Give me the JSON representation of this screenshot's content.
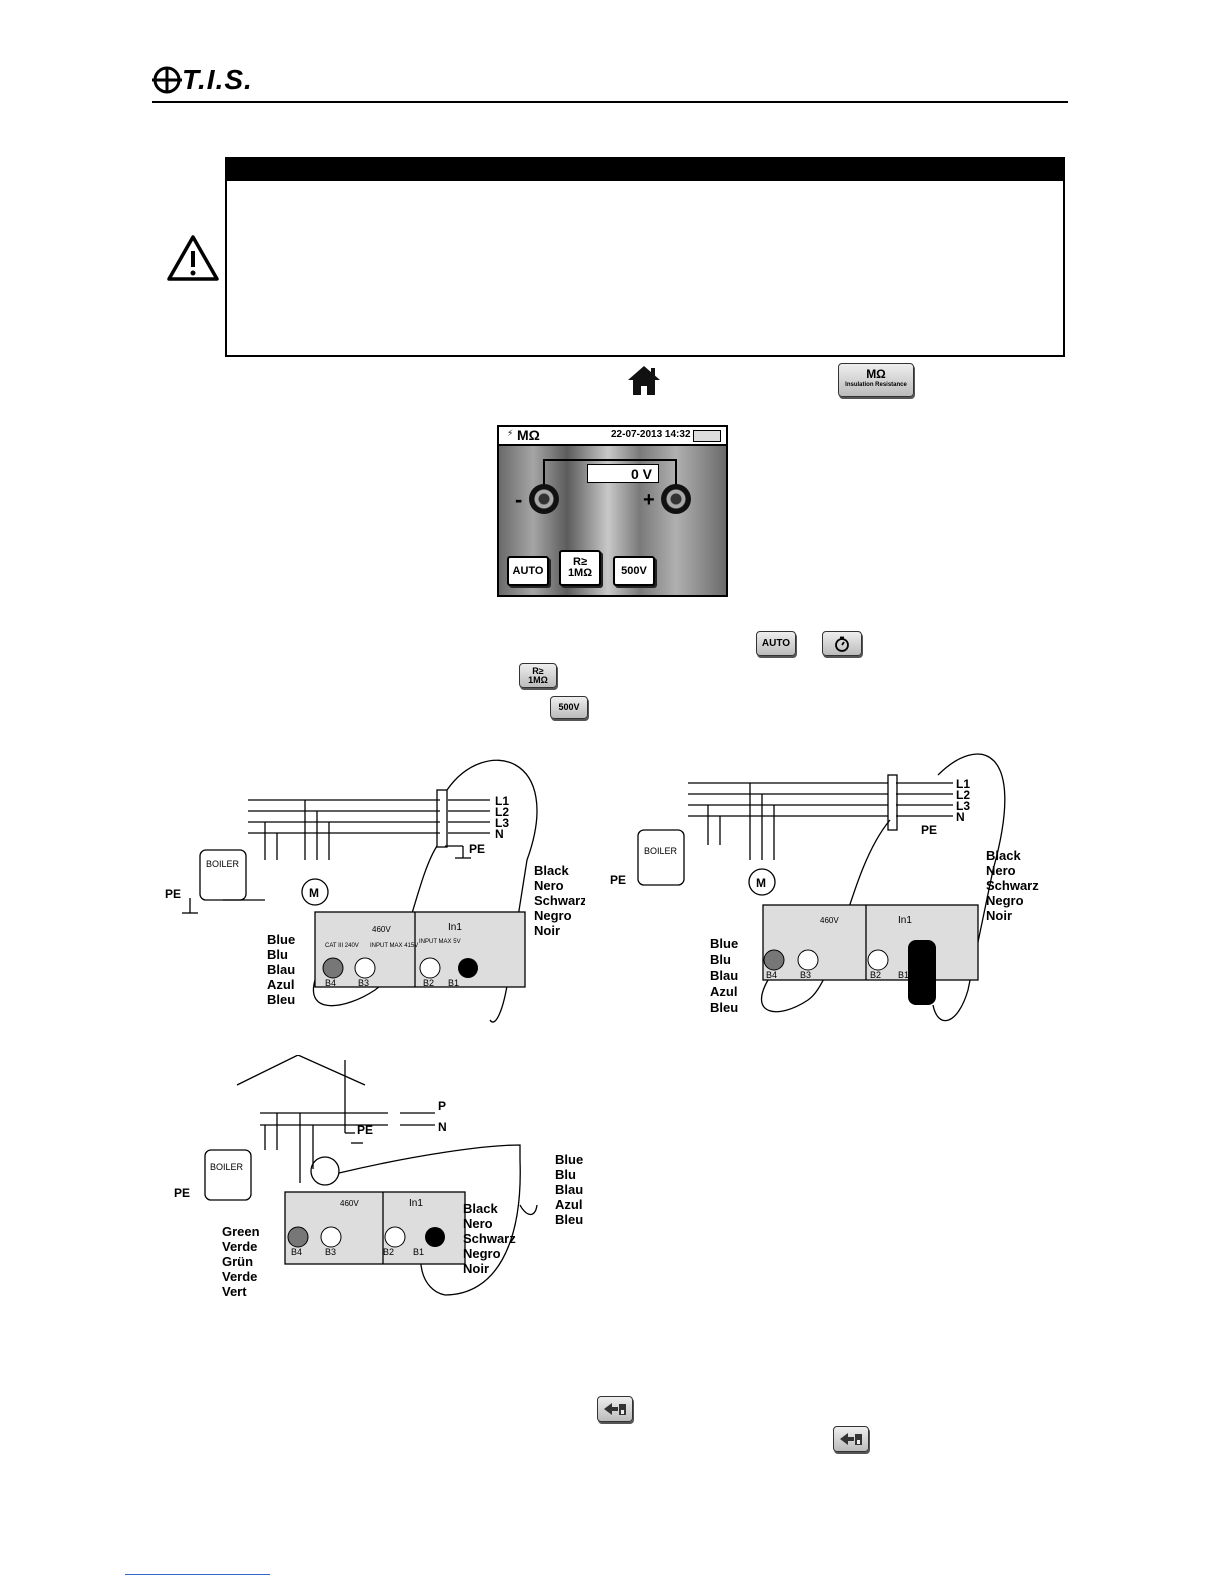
{
  "header": {
    "logo_text": "T.I.S."
  },
  "nav_icons": {
    "home": "home-icon",
    "insulation_button": {
      "symbol": "MΩ",
      "caption": "Insulation Resistance"
    }
  },
  "screen": {
    "title": "MΩ",
    "datetime": "22-07-2013 14:32",
    "voltage": "0 V",
    "minus": "-",
    "plus": "+",
    "buttons": {
      "auto": "AUTO",
      "r_top": "R≥",
      "r_bottom": "1MΩ",
      "v": "500V"
    }
  },
  "inline_buttons": {
    "auto": "AUTO",
    "timer": "timer-icon",
    "r_top": "R≥",
    "r_bottom": "1MΩ",
    "v": "500V",
    "save": "save-icon"
  },
  "diagram1": {
    "phases": [
      "L1",
      "L2",
      "L3",
      "N"
    ],
    "pe": "PE",
    "boiler": "BOILER",
    "motor": "M",
    "black": [
      "Black",
      "Nero",
      "Schwarz",
      "Negro",
      "Noir"
    ],
    "blue": [
      "Blue",
      "Blu",
      "Blau",
      "Azul",
      "Bleu"
    ],
    "panel": {
      "warn": "460V",
      "cat": "CAT III 240V",
      "input1": "INPUT MAX 415V",
      "input2": "INPUT MAX 5V",
      "in1": "In1",
      "terminals": [
        "B4",
        "B3",
        "B2",
        "B1"
      ]
    }
  },
  "diagram3": {
    "p": "P",
    "n": "N",
    "pe": "PE",
    "boiler": "BOILER",
    "black": [
      "Black",
      "Nero",
      "Schwarz",
      "Negro",
      "Noir"
    ],
    "blue": [
      "Blue",
      "Blu",
      "Blau",
      "Azul",
      "Bleu"
    ],
    "green": [
      "Green",
      "Verde",
      "Grün",
      "Verde",
      "Vert"
    ]
  }
}
